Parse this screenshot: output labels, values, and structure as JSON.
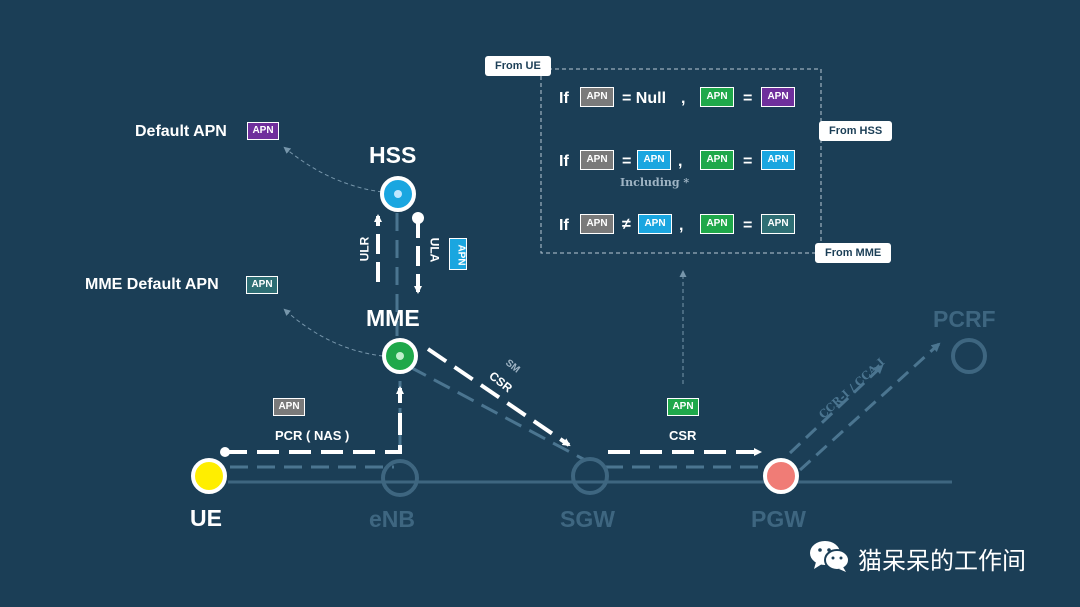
{
  "nodes": {
    "ue": "UE",
    "enb": "eNB",
    "sgw": "SGW",
    "pgw": "PGW",
    "hss": "HSS",
    "mme": "MME",
    "pcrf": "PCRF"
  },
  "labels": {
    "default_apn": "Default APN",
    "mme_default_apn": "MME Default APN",
    "ulr": "ULR",
    "ula": "ULA",
    "pcr_nas": "PCR ( NAS )",
    "sm": "SM",
    "csr_mme": "CSR",
    "csr_sgw": "CSR",
    "ccr_cca": "CCR-I / CCA-I"
  },
  "apn_tag": "APN",
  "callouts": {
    "from_ue": "From UE",
    "from_hss": "From HSS",
    "from_mme": "From MME"
  },
  "rules": {
    "if": "If",
    "eq_null": "= Null",
    "comma": ",",
    "eq": "=",
    "neq": "≠",
    "including": "Including *"
  },
  "watermark": "猫呆呆的工作间",
  "colors": {
    "background": "#1b3e56",
    "ue_node": "#ffee00",
    "mme_node": "#1fa84a",
    "hss_node": "#1aa6e0",
    "pgw_node": "#f07c76",
    "dim_node": "#3e6680"
  }
}
